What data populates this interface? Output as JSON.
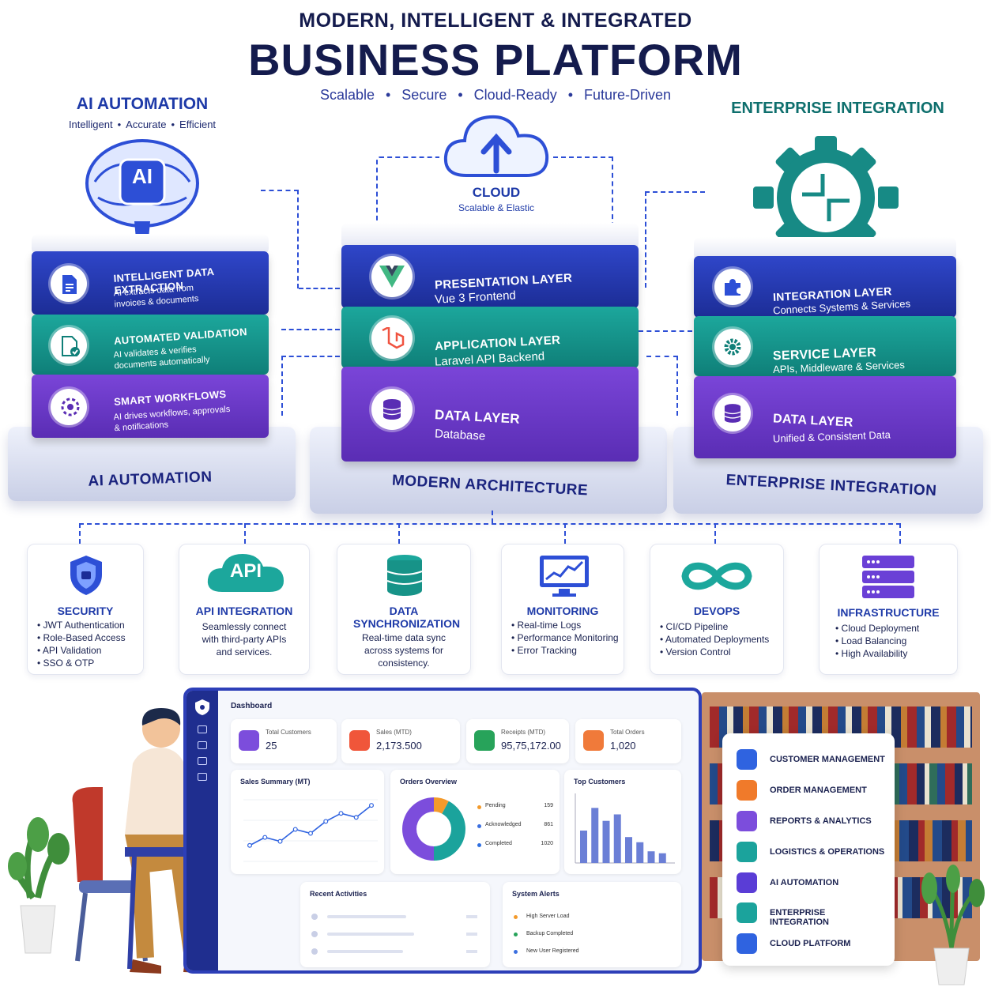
{
  "header": {
    "kicker": "MODERN, INTELLIGENT & INTEGRATED",
    "title": "BUSINESS PLATFORM",
    "tags": [
      "Scalable",
      "Secure",
      "Cloud-Ready",
      "Future-Driven"
    ]
  },
  "ai": {
    "heading": "AI AUTOMATION",
    "tags": [
      "Intelligent",
      "Accurate",
      "Efficient"
    ],
    "badge": "AI",
    "blocks": [
      {
        "title": "INTELLIGENT DATA EXTRACTION",
        "sub": "AI extracts data from invoices & documents",
        "icon": "document-icon"
      },
      {
        "title": "AUTOMATED VALIDATION",
        "sub": "AI validates & verifies documents automatically",
        "icon": "checklist-icon"
      },
      {
        "title": "SMART WORKFLOWS",
        "sub": "AI drives workflows, approvals & notifications",
        "icon": "workflow-gear-icon"
      }
    ],
    "base": "AI AUTOMATION"
  },
  "cloud": {
    "title": "CLOUD",
    "sub": "Scalable & Elastic"
  },
  "arch": {
    "blocks": [
      {
        "title": "PRESENTATION LAYER",
        "sub": "Vue 3 Frontend",
        "icon": "vue-logo-icon"
      },
      {
        "title": "APPLICATION LAYER",
        "sub": "Laravel API Backend",
        "icon": "laravel-logo-icon"
      },
      {
        "title": "DATA LAYER",
        "sub": "Database",
        "icon": "database-icon"
      }
    ],
    "base": "MODERN ARCHITECTURE"
  },
  "ent": {
    "heading": "ENTERPRISE INTEGRATION",
    "blocks": [
      {
        "title": "INTEGRATION LAYER",
        "sub": "Connects Systems & Services",
        "icon": "puzzle-icon"
      },
      {
        "title": "SERVICE LAYER",
        "sub": "APIs, Middleware & Services",
        "icon": "gear-icon"
      },
      {
        "title": "DATA LAYER",
        "sub": "Unified & Consistent Data",
        "icon": "database-icon"
      }
    ],
    "base": "ENTERPRISE INTEGRATION"
  },
  "features": [
    {
      "title": "SECURITY",
      "icon": "shield-icon",
      "items": [
        "JWT Authentication",
        "Role-Based Access",
        "API Validation",
        "SSO & OTP"
      ]
    },
    {
      "title": "API INTEGRATION",
      "icon": "api-cloud-icon",
      "badge": "API",
      "text": "Seamlessly connect with third-party APIs and services."
    },
    {
      "title": "DATA SYNCHRONIZATION",
      "icon": "database-sync-icon",
      "text": "Real-time data sync across systems for consistency."
    },
    {
      "title": "MONITORING",
      "icon": "monitor-chart-icon",
      "items": [
        "Real-time Logs",
        "Performance Monitoring",
        "Error Tracking"
      ]
    },
    {
      "title": "DEVOPS",
      "icon": "infinity-icon",
      "items": [
        "CI/CD Pipeline",
        "Automated Deployments",
        "Version Control"
      ]
    },
    {
      "title": "INFRASTRUCTURE",
      "icon": "server-rack-icon",
      "items": [
        "Cloud Deployment",
        "Load Balancing",
        "High Availability"
      ]
    }
  ],
  "dashboard": {
    "title": "Dashboard",
    "kpis": [
      {
        "label": "Total Customers",
        "value": "25",
        "color": "#7c4ddc"
      },
      {
        "label": "Sales (MTD)",
        "value": "2,173.500",
        "color": "#f0563a"
      },
      {
        "label": "Receipts (MTD)",
        "value": "95,75,172.00",
        "color": "#27a35a"
      },
      {
        "label": "Total Orders",
        "value": "1,020",
        "color": "#f07a3a"
      }
    ],
    "sales_title": "Sales Summary (MT)",
    "orders_title": "Orders Overview",
    "orders": [
      {
        "label": "Pending",
        "value": "159",
        "color": "#f39a2b"
      },
      {
        "label": "Acknowledged",
        "value": "861",
        "color": "#3b6fe0"
      },
      {
        "label": "Completed",
        "value": "1020",
        "color": "#2f6fe0"
      }
    ],
    "top_title": "Top Customers",
    "recent_title": "Recent Activities",
    "alerts_title": "System Alerts",
    "alerts": [
      {
        "label": "High Server Load",
        "color": "#f39a2b"
      },
      {
        "label": "Backup Completed",
        "color": "#27a35a"
      },
      {
        "label": "New User Registered",
        "color": "#3b6fe0"
      }
    ]
  },
  "chart_data": [
    {
      "type": "line",
      "title": "Sales Summary (MT)",
      "values": [
        2,
        3,
        2.5,
        4,
        3.5,
        5,
        6,
        5.5,
        7
      ]
    },
    {
      "type": "pie",
      "title": "Orders Overview",
      "categories": [
        "Pending",
        "Acknowledged",
        "Completed"
      ],
      "values": [
        159,
        861,
        1020
      ]
    },
    {
      "type": "bar",
      "title": "Top Customers",
      "values": [
        5,
        8.5,
        6.5,
        7.5,
        4,
        3.2,
        1.8,
        1.5
      ]
    }
  ],
  "menu": [
    {
      "label": "CUSTOMER MANAGEMENT",
      "icon": "users-icon",
      "color": "#2f63e0"
    },
    {
      "label": "ORDER MANAGEMENT",
      "icon": "cart-icon",
      "color": "#f07a2a"
    },
    {
      "label": "REPORTS & ANALYTICS",
      "icon": "report-chart-icon",
      "color": "#7c4ddc"
    },
    {
      "label": "LOGISTICS & OPERATIONS",
      "icon": "truck-icon",
      "color": "#1ba39c"
    },
    {
      "label": "AI AUTOMATION",
      "icon": "ai-chip-icon",
      "color": "#5a3dd6"
    },
    {
      "label": "ENTERPRISE INTEGRATION",
      "icon": "gear-icon",
      "color": "#1ba39c"
    },
    {
      "label": "CLOUD PLATFORM",
      "icon": "cloud-icon",
      "color": "#2f63e0"
    }
  ]
}
